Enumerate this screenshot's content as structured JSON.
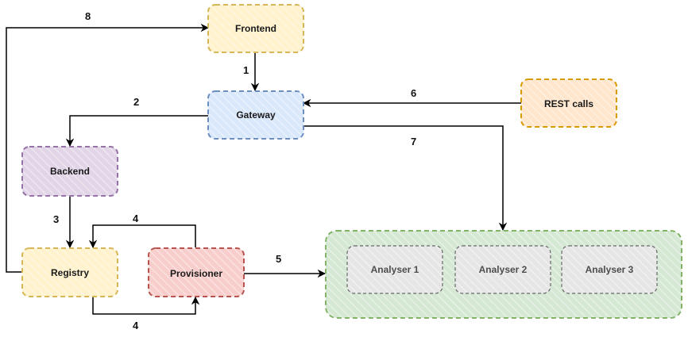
{
  "nodes": {
    "frontend": {
      "label": "Frontend",
      "fill": "#fff2cc",
      "stroke": "#d6b656"
    },
    "gateway": {
      "label": "Gateway",
      "fill": "#dae8fc",
      "stroke": "#6c8ebf"
    },
    "rest_calls": {
      "label": "REST calls",
      "fill": "#ffe6cc",
      "stroke": "#d79b00"
    },
    "backend": {
      "label": "Backend",
      "fill": "#e1d5e7",
      "stroke": "#9673a6"
    },
    "registry": {
      "label": "Registry",
      "fill": "#fff2cc",
      "stroke": "#d6b656"
    },
    "provisioner": {
      "label": "Provisioner",
      "fill": "#f8cecc",
      "stroke": "#b85450"
    },
    "analyser_group": {
      "fill": "#d5e8d4",
      "stroke": "#82b366"
    },
    "analysers": [
      {
        "label": "Analyser 1",
        "fill": "#e6e6e6",
        "stroke": "#666666"
      },
      {
        "label": "Analyser 2",
        "fill": "#e6e6e6",
        "stroke": "#666666"
      },
      {
        "label": "Analyser 3",
        "fill": "#e6e6e6",
        "stroke": "#666666"
      }
    ]
  },
  "edges": {
    "e1": {
      "label": "1"
    },
    "e2": {
      "label": "2"
    },
    "e3": {
      "label": "3"
    },
    "e4a": {
      "label": "4"
    },
    "e4b": {
      "label": "4"
    },
    "e5": {
      "label": "5"
    },
    "e6": {
      "label": "6"
    },
    "e7": {
      "label": "7"
    },
    "e8": {
      "label": "8"
    }
  }
}
